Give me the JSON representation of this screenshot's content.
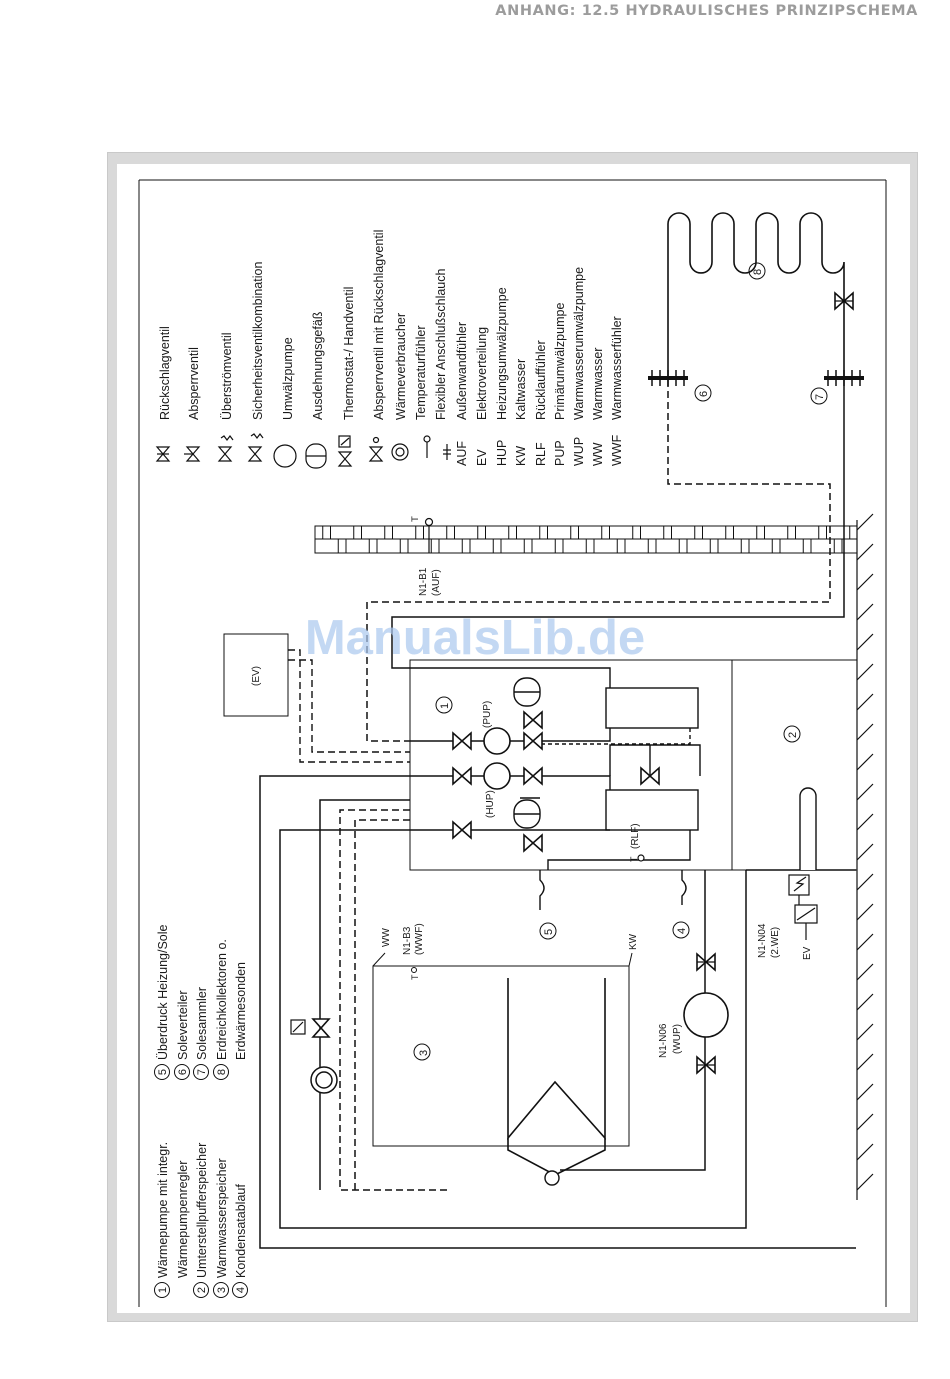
{
  "header": {
    "title": "ANHANG: 12.5 HYDRAULISCHES PRINZIPSCHEMA"
  },
  "watermark": {
    "text": "ManualsLib.de"
  },
  "legend_components": [
    {
      "num": "1",
      "line1": "Wärmepumpe mit integr.",
      "line2": "Wärmepumpenregler"
    },
    {
      "num": "2",
      "line1": "Umterstellpufferspeicher",
      "line2": ""
    },
    {
      "num": "3",
      "line1": "Warmwasserspeicher",
      "line2": ""
    },
    {
      "num": "4",
      "line1": "Kondensatablauf",
      "line2": ""
    },
    {
      "num": "5",
      "line1": "Überdruck Heizung/Sole",
      "line2": ""
    },
    {
      "num": "6",
      "line1": "Soleverteiler",
      "line2": ""
    },
    {
      "num": "7",
      "line1": "Solesammler",
      "line2": ""
    },
    {
      "num": "8",
      "line1": "Erdreichkollektoren o.",
      "line2": "Erdwärmesonden"
    }
  ],
  "legend_symbols": [
    {
      "sym": "rueckschlag",
      "label": "Rückschlagventil"
    },
    {
      "sym": "absperr",
      "label": "Absperrventil"
    },
    {
      "sym": "ueberstroem",
      "label": "Überströmventil"
    },
    {
      "sym": "sicherheit",
      "label": "Sicherheitsventilkombination"
    },
    {
      "sym": "pumpe",
      "label": "Umwälzpumpe"
    },
    {
      "sym": "ausdehnung",
      "label": "Ausdehnungsgefäß"
    },
    {
      "sym": "thermostat",
      "label": "Thermostat-/ Handventil"
    },
    {
      "sym": "absperr_rs",
      "label": "Absperrventil mit Rückschlagventil"
    },
    {
      "sym": "verbraucher",
      "label": "Wärmeverbraucher"
    },
    {
      "sym": "fuehler",
      "label": "Temperaturfühler"
    },
    {
      "sym": "schlauch",
      "label": "Flexibler Anschlußschlauch"
    }
  ],
  "legend_abbr": [
    {
      "abbr": "AUF",
      "label": "Außenwandfühler"
    },
    {
      "abbr": "EV",
      "label": "Elektroverteilung"
    },
    {
      "abbr": "HUP",
      "label": "Heizungsumwälzpumpe"
    },
    {
      "abbr": "KW",
      "label": "Kaltwasser"
    },
    {
      "abbr": "RLF",
      "label": "Rücklauffühler"
    },
    {
      "abbr": "PUP",
      "label": "Primärumwälzpumpe"
    },
    {
      "abbr": "WUP",
      "label": "Warmwasserumwälzpumpe"
    },
    {
      "abbr": "WW",
      "label": "Warmwasser"
    },
    {
      "abbr": "WWF",
      "label": "Warmwasserfühler"
    }
  ],
  "labels": {
    "ev_box": "(EV)",
    "t": "T",
    "n1b1": "N1-B1",
    "auf": "(AUF)",
    "pup": "(PUP)",
    "hup": "(HUP)",
    "rlf": "(RLF)",
    "n1b3": "N1-B3",
    "wwf": "(WWF)",
    "ww": "WW",
    "kw": "KW",
    "n1n06": "N1-N06",
    "wup": "(WUP)",
    "n1n04": "N1-N04",
    "we2": "(2.WE)",
    "ev": "EV",
    "c1": "1",
    "c2": "2",
    "c3": "3",
    "c4": "4",
    "c5": "5",
    "c6": "6",
    "c7": "7",
    "c8": "8"
  }
}
